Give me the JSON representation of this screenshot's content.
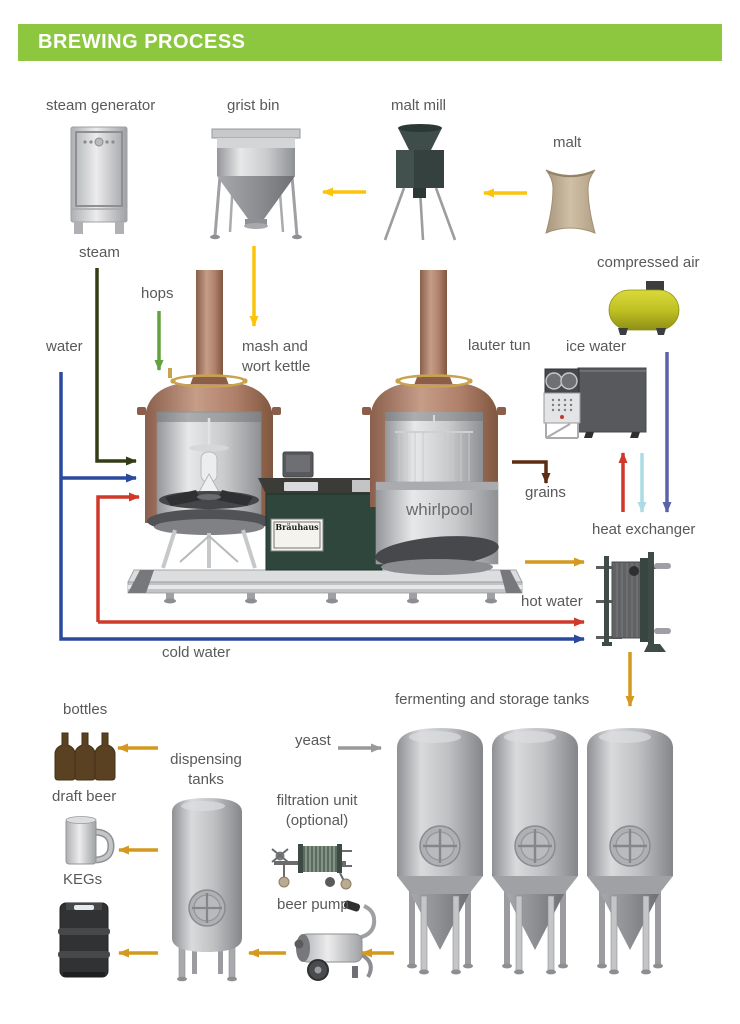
{
  "header": {
    "title": "BREWING PROCESS"
  },
  "labels": {
    "steam_generator": "steam generator",
    "grist_bin": "grist bin",
    "malt_mill": "malt mill",
    "malt": "malt",
    "steam": "steam",
    "compressed_air": "compressed air",
    "hops": "hops",
    "water": "water",
    "mash_kettle_1": "mash and",
    "mash_kettle_2": "wort kettle",
    "lauter_tun": "lauter tun",
    "ice_water": "ice water",
    "whirlpool": "whirlpool",
    "grains": "grains",
    "heat_exchanger": "heat exchanger",
    "hot_water": "hot water",
    "cold_water": "cold water",
    "bottles": "bottles",
    "yeast": "yeast",
    "fermenting_tanks": "fermenting and storage tanks",
    "dispensing_1": "dispensing",
    "dispensing_2": "tanks",
    "draft_beer": "draft beer",
    "filtration_1": "filtration unit",
    "filtration_2": "(optional)",
    "kegs": "KEGs",
    "beer_pump": "beer pump",
    "brand": "Bräuhaus"
  },
  "colors": {
    "header_green": "#8dc63f",
    "label_text": "#58595b",
    "arrow_yellow_malt": "#fcc30b",
    "arrow_amber_wort": "#d4991f",
    "arrow_green_hops": "#61a23f",
    "arrow_olive_steam": "#333d15",
    "arrow_blue_water": "#2a4a9e",
    "arrow_red_hot_water": "#cf382a",
    "arrow_lightblue_ice": "#aadbe6",
    "arrow_purple_air": "#5c62a9",
    "arrow_gray_yeast": "#98999b",
    "arrow_brown_grains": "#5e2c0f",
    "copper": "#ad7e66",
    "stainless": "#c6c7c9"
  }
}
